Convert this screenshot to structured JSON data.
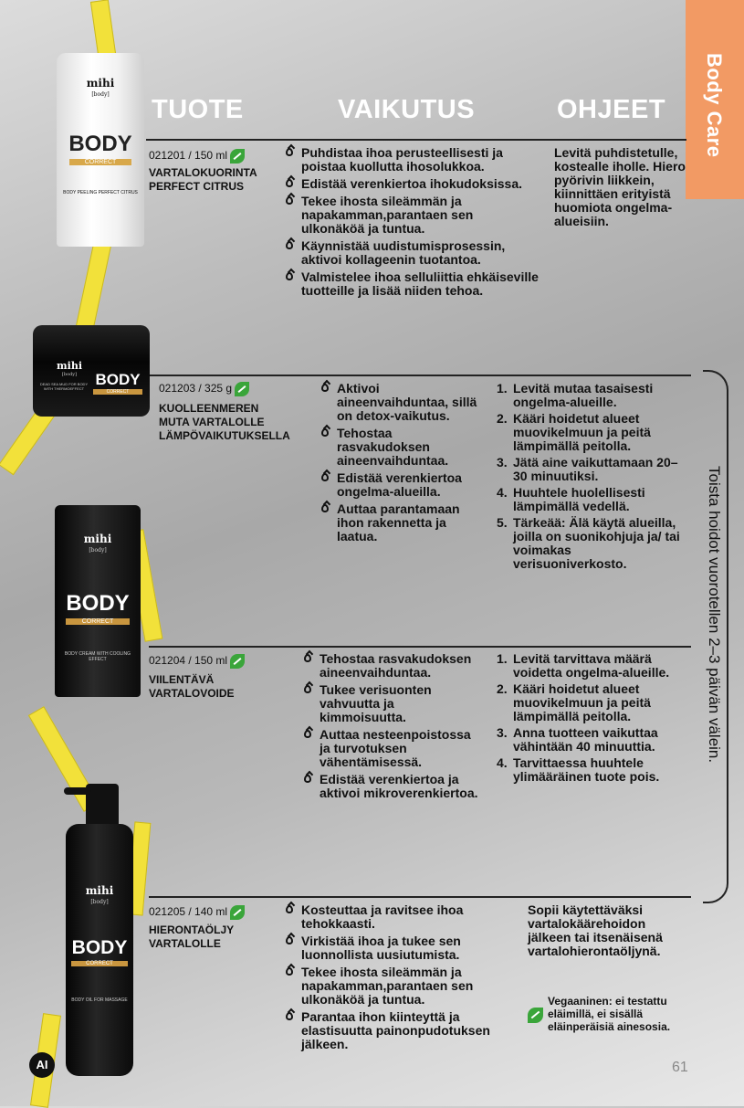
{
  "tab": {
    "label": "Body Care"
  },
  "headers": {
    "product": "TUOTE",
    "effect": "VAIKUTUS",
    "instructions": "OHJEET"
  },
  "products": [
    {
      "code": "021201 / 150 ml",
      "name_lines": [
        "VARTALOKUORINTA",
        "PERFECT CITRUS"
      ],
      "package": {
        "brand": "mihi",
        "sub": "[body]",
        "title": "BODY",
        "sub2": "CORRECT",
        "desc": "BODY PEELING PERFECT CITRUS"
      },
      "effects": [
        "Puhdistaa ihoa perusteellisesti ja poistaa kuollutta ihosolukkoa.",
        "Edistää verenkiertoa ihokudoksissa.",
        "Tekee ihosta sileämmän ja napakamman,parantaen sen ulkonäköä ja tuntua.",
        "Käynnistää uudistumisprosessin, aktivoi kollageenin tuotantoa.",
        "Valmistelee ihoa selluliittia ehkäiseville tuotteille ja lisää niiden tehoa."
      ],
      "instructions_text": "Levitä puhdistetulle, kostealle iholle. Hiero pyörivin liikkein, kiinnittäen erityistä huomiota ongelma-alueisiin."
    },
    {
      "code": "021203 / 325 g",
      "name_lines": [
        "KUOLLEENMEREN",
        "MUTA VARTALOLLE",
        "LÄMPÖVAIKUTUKSELLA"
      ],
      "package": {
        "brand": "mihi",
        "sub": "[body]",
        "title": "BODY",
        "sub2": "CORRECT",
        "desc": "DEAD SEA MUD FOR BODY WITH THERMOEFFECT"
      },
      "effects": [
        "Aktivoi aineenvaihduntaa, sillä on detox-vaikutus.",
        "Tehostaa rasvakudoksen aineenvaihduntaa.",
        "Edistää verenkiertoa ongelma-alueilla.",
        "Auttaa parantamaan ihon rakennetta ja laatua."
      ],
      "steps": [
        "Levitä mutaa tasaisesti ongelma-alueille.",
        "Kääri hoidetut alueet muovikelmuun ja peitä lämpimällä peitolla.",
        "Jätä aine vaikuttamaan 20–30 minuutiksi.",
        "Huuhtele huolellisesti lämpimällä vedellä.",
        "Tärkeää: Älä käytä alueilla, joilla on suonikohjuja ja/ tai voimakas verisuoniverkosto."
      ]
    },
    {
      "code": "021204 / 150 ml",
      "name_lines": [
        "VIILENTÄVÄ",
        "VARTALOVOIDE"
      ],
      "package": {
        "brand": "mihi",
        "sub": "[body]",
        "title": "BODY",
        "sub2": "CORRECT",
        "desc": "BODY CREAM WITH COOLING EFFECT"
      },
      "effects": [
        "Tehostaa rasvakudoksen aineenvaihduntaa.",
        "Tukee verisuonten vahvuutta ja kimmoisuutta.",
        "Auttaa nesteenpoistossa ja turvotuksen vähentämisessä.",
        "Edistää verenkiertoa ja aktivoi mikroverenkiertoa."
      ],
      "steps": [
        "Levitä tarvittava määrä voidetta ongelma-alueille.",
        "Kääri hoidetut alueet muovikelmuun ja peitä lämpimällä peitolla.",
        "Anna tuotteen vaikuttaa vähintään 40 minuuttia.",
        "Tarvittaessa huuhtele ylimääräinen tuote pois."
      ]
    },
    {
      "code": "021205 / 140 ml",
      "name_lines": [
        "HIERONTAÖLJY",
        "VARTALOLLE"
      ],
      "package": {
        "brand": "mihi",
        "sub": "[body]",
        "title": "BODY",
        "sub2": "CORRECT",
        "desc": "BODY OIL FOR MASSAGE"
      },
      "effects": [
        "Kosteuttaa ja ravitsee ihoa tehokkaasti.",
        "Virkistää ihoa ja tukee sen luonnollista uusiutumista.",
        "Tekee ihosta sileämmän ja napakamman,parantaen sen ulkonäköä ja tuntua.",
        "Parantaa ihon kiinteyttä ja elastisuutta painonpudotuksen jälkeen."
      ],
      "instructions_text": "Sopii käytettäväksi vartalokäärehoidon jälkeen tai itsenäisenä vartalohierontaöljynä."
    }
  ],
  "side_note": "Toista hoidot vuorotellen 2–3 päivän välein.",
  "vegan_note": "Vegaaninen: ei testattu eläimillä, ei sisällä eläinperäisiä ainesosia.",
  "badge": "AI",
  "page_number": "61",
  "colors": {
    "tab": "#f29a64",
    "leaf": "#3aa53a",
    "tape": "#f2e13a"
  }
}
